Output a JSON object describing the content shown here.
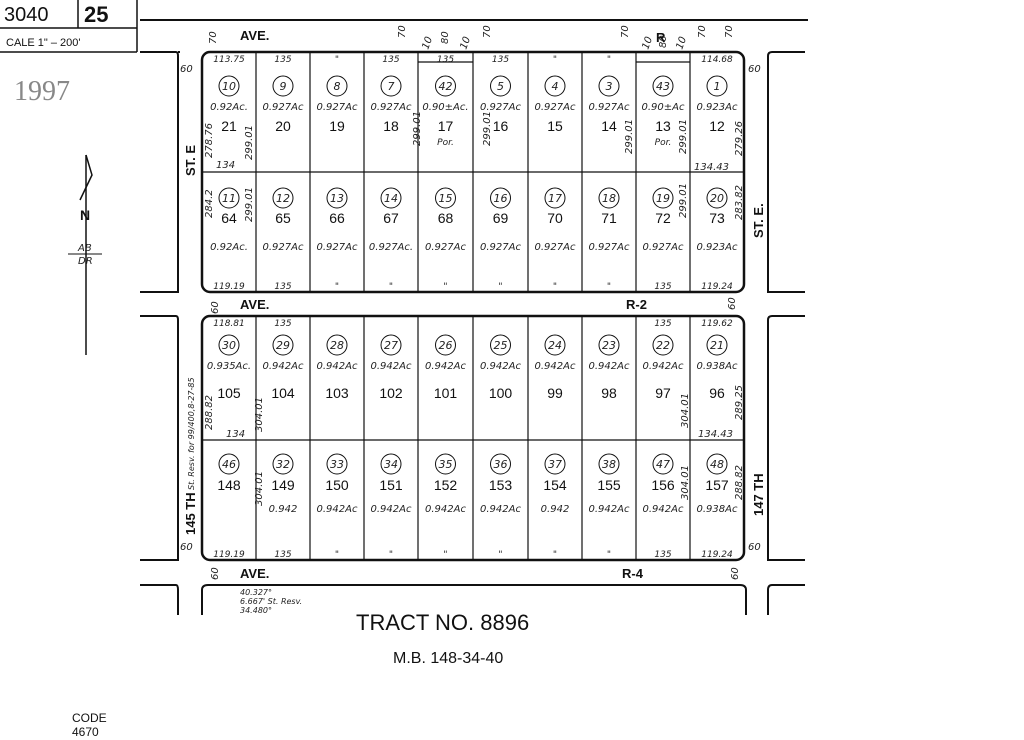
{
  "header": {
    "map_book": "3040",
    "page": "25",
    "scale": "CALE 1\" – 200'",
    "year": "1997"
  },
  "north_arrow": {
    "n_label": "N",
    "code_top": "AB",
    "code_bottom": "DR"
  },
  "streets": {
    "ave_top": "AVE.",
    "ave_top_r": "R",
    "ave_mid": "AVE.",
    "ave_mid_r": "R-2",
    "ave_bottom": "AVE.",
    "ave_bottom_r": "R-4",
    "st_e_left": "ST. E",
    "st_e_right": "ST. E.",
    "th_145": "145 TH",
    "th_147": "147 TH"
  },
  "street_widths": {
    "w70": "70",
    "w60": "60",
    "w10": "10",
    "w80": "80"
  },
  "row_labels": [
    "21",
    "20",
    "19",
    "18",
    "17",
    "16",
    "15",
    "14",
    "13",
    "12"
  ],
  "block1_row1": {
    "lots": [
      "21",
      "20",
      "19",
      "18",
      "17",
      "16",
      "15",
      "14",
      "13",
      "12"
    ],
    "parcels": [
      "10",
      "9",
      "8",
      "7",
      "42",
      "5",
      "4",
      "3",
      "43",
      "1"
    ],
    "acres": [
      "0.92Ac.",
      "0.927Ac",
      "0.927Ac",
      "0.927Ac",
      "0.90±Ac.",
      "0.927Ac",
      "0.927Ac",
      "0.927Ac",
      "0.90±Ac",
      "0.923Ac"
    ],
    "top_dims": [
      "113.75",
      "135",
      "\"",
      "135",
      "135",
      "135",
      "\"",
      "\"",
      "",
      "114.68"
    ],
    "por": "Por."
  },
  "block1_row2": {
    "lots": [
      "64",
      "65",
      "66",
      "67",
      "68",
      "69",
      "70",
      "71",
      "72",
      "73"
    ],
    "parcels": [
      "11",
      "12",
      "13",
      "14",
      "15",
      "16",
      "17",
      "18",
      "19",
      "20"
    ],
    "acres": [
      "0.92Ac.",
      "0.927Ac",
      "0.927Ac",
      "0.927Ac.",
      "0.927Ac",
      "0.927Ac",
      "0.927Ac",
      "0.927Ac",
      "0.927Ac",
      "0.923Ac"
    ],
    "bottom_dims": [
      "119.19",
      "135",
      "\"",
      "\"",
      "\"",
      "\"",
      "\"",
      "\"",
      "135",
      "119.24"
    ]
  },
  "block2_row1": {
    "lots": [
      "105",
      "104",
      "103",
      "102",
      "101",
      "100",
      "99",
      "98",
      "97",
      "96"
    ],
    "parcels": [
      "30",
      "29",
      "28",
      "27",
      "26",
      "25",
      "24",
      "23",
      "22",
      "21"
    ],
    "acres": [
      "0.935Ac.",
      "0.942Ac",
      "0.942Ac",
      "0.942Ac",
      "0.942Ac",
      "0.942Ac",
      "0.942Ac",
      "0.942Ac",
      "0.942Ac",
      "0.938Ac"
    ],
    "top_dims": [
      "118.81",
      "135",
      "",
      "",
      "",
      "",
      "",
      "",
      "135",
      "119.62"
    ]
  },
  "block2_row2": {
    "lots": [
      "148",
      "149",
      "150",
      "151",
      "152",
      "153",
      "154",
      "155",
      "156",
      "157"
    ],
    "parcels": [
      "46",
      "32",
      "33",
      "34",
      "35",
      "36",
      "37",
      "38",
      "47",
      "48"
    ],
    "acres": [
      "",
      "0.942",
      "0.942Ac",
      "0.942Ac",
      "0.942Ac",
      "0.942Ac",
      "0.942",
      "0.942Ac",
      "0.942Ac",
      "0.938Ac"
    ],
    "bottom_dims": [
      "119.19",
      "135",
      "\"",
      "\"",
      "\"",
      "\"",
      "\"",
      "\"",
      "135",
      "119.24"
    ]
  },
  "side_dims": {
    "b1_left_top": "278.76",
    "b1_left_bottom": "284.2",
    "b1_inner": "299.01",
    "b1_right_top": "279.26",
    "b1_right_bottom": "283.82",
    "b1_mid_134": "134",
    "b1_mid_13443": "134.43",
    "b2_left": "288.82",
    "b2_inner": "304.01",
    "b2_right": "289.25",
    "b2_right_bottom": "288.82",
    "b2_mid_134": "134",
    "b2_mid_13443": "134.43",
    "st_resv": "St. Resv. for 99/400,8-27-85"
  },
  "bottom_notes": {
    "line1": "40.327°",
    "line2": "6.667' St. Resv.",
    "line3": "34.480°"
  },
  "tract": {
    "title": "TRACT NO. 8896",
    "mb": "M.B. 148-34-40"
  },
  "code": {
    "label": "CODE",
    "value": "4670"
  }
}
